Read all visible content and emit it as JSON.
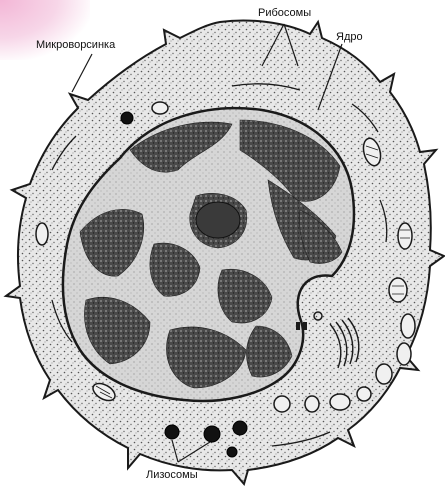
{
  "labels": {
    "microvillus": "Микроворсинка",
    "ribosomes": "Рибосомы",
    "nucleus": "Ядро",
    "lysosomes": "Лизосомы"
  },
  "colors": {
    "cytoplasm": "#e6e6e6",
    "nucleoplasm": "#d2d2d2",
    "chromatin": "#5a5a5a",
    "outline": "#1a1a1a",
    "corner_tint": "#f3b6d6"
  }
}
